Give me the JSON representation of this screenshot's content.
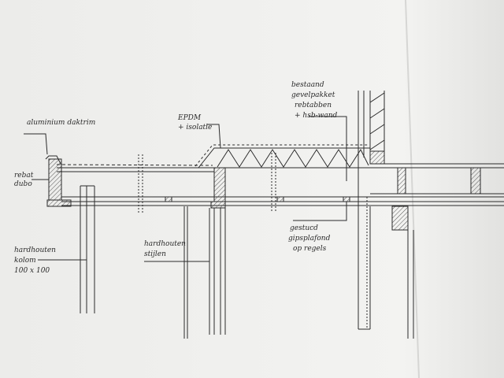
{
  "drawing": {
    "paper_color": "#eeeeec",
    "ink_color": "#2b2b2b",
    "hatch_color": "#555555",
    "annotations": {
      "aluminium_trim": "aluminium daktrim",
      "rebat_line1": "rebat",
      "rebat_line2": "dubo",
      "epdm_line1": "EPDM",
      "epdm_line2": "+ isolatie",
      "existing_line1": "bestaand",
      "existing_line2": "gevelpakket",
      "existing_line3": "rebtabben",
      "existing_line4": "+ hsb-wand",
      "hardwood_column_line1": "hardhouten",
      "hardwood_column_line2": "kolom",
      "hardwood_column_line3": "100 x 100",
      "hardwood_studs_line1": "hardhouten",
      "hardwood_studs_line2": "stijlen",
      "ceiling_line1": "gestucd",
      "ceiling_line2": "gipsplafond",
      "ceiling_line3": "op regels"
    }
  }
}
